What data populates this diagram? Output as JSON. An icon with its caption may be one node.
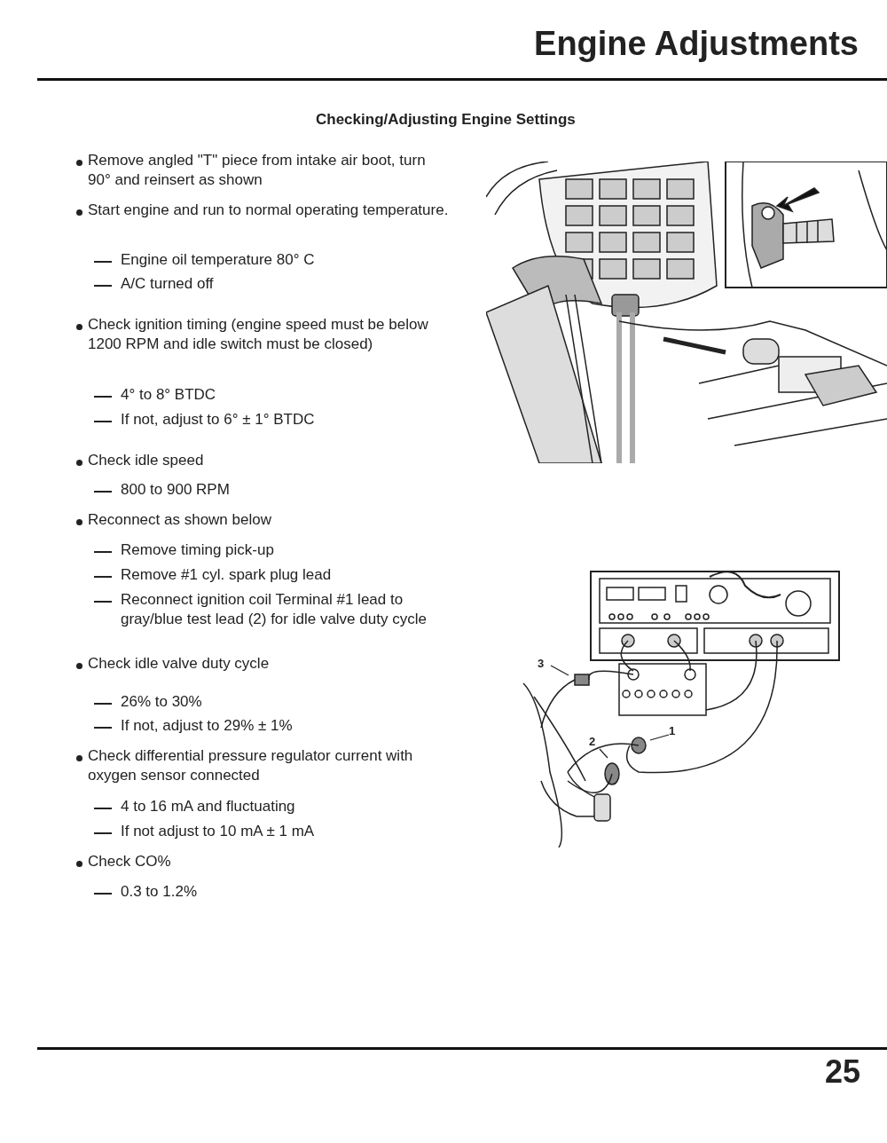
{
  "diagram": {
    "title": "Engine Adjustments",
    "nodes": [
      {
        "text": [
          "3"
        ]
      },
      {
        "text": [
          "1"
        ]
      },
      {
        "text": [
          "2"
        ]
      }
    ],
    "edges": [
      {
        "from": 0,
        "to": null,
        "arrow": "none"
      },
      {
        "from": 1,
        "to": null,
        "arrow": "none"
      },
      {
        "from": 2,
        "to": null,
        "arrow": "none"
      }
    ],
    "labels": [
      "Checking/Adjusting Engine Settings",
      "Remove angled \"T\" piece from intake air boot, turn 90° and reinsert as shown",
      "Start engine and run to normal operating temperature.",
      "Engine oil temperature 80° C",
      "A/C turned off",
      "Check ignition timing (engine speed must be below 1200 RPM and idle switch must be closed)",
      "4° to 8° BTDC",
      "If not, adjust to 6° ± 1° BTDC",
      "Check idle speed",
      "800 to 900 RPM",
      "Reconnect as shown below",
      "Remove timing pick-up",
      "Remove #1 cyl. spark plug lead",
      "Reconnect ignition coil Terminal #1 lead to gray/blue test lead (2) for idle valve duty cycle",
      "Check idle valve duty cycle",
      "26% to 30%",
      "If not, adjust to 29% ± 1%",
      "Check differential pressure regulator current with oxygen sensor connected",
      "4 to 16 mA and fluctuating",
      "If not adjust to 10 mA ± 1 mA",
      "Check CO%",
      "0.3 to 1.2%",
      "25"
    ]
  }
}
